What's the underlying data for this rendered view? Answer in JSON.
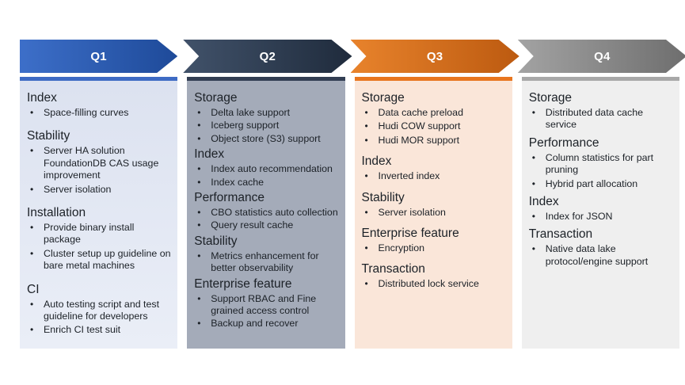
{
  "bullet": "•",
  "columns": [
    {
      "id": "q1",
      "label": "Q1",
      "arrow_from": "#3d6fc9",
      "arrow_to": "#1e4a99",
      "accent": "#3e6bc4",
      "panel_bg": [
        "#dce2f0",
        "#eaeef7"
      ],
      "sections": [
        {
          "heading": "Index",
          "items": [
            "Space-filling curves"
          ]
        },
        {
          "heading": "Stability",
          "items": [
            "Server HA solution FoundationDB CAS usage improvement",
            "Server isolation"
          ]
        },
        {
          "heading": "Installation",
          "items": [
            "Provide binary install package",
            "Cluster setup up guideline on bare metal machines"
          ]
        },
        {
          "heading": "CI",
          "items": [
            "Auto testing script and test guideline for developers",
            "Enrich CI test suit"
          ]
        }
      ]
    },
    {
      "id": "q2",
      "label": "Q2",
      "arrow_from": "#41526a",
      "arrow_to": "#1f2b3c",
      "accent": "#323e53",
      "panel_bg": [
        "#a4abb9",
        "#a4abb9"
      ],
      "sections": [
        {
          "heading": "Storage",
          "items": [
            "Delta lake support",
            "Iceberg support",
            "Object store (S3) support"
          ]
        },
        {
          "heading": "Index",
          "items": [
            "Index auto recommendation",
            "Index cache"
          ]
        },
        {
          "heading": "Performance",
          "items": [
            "CBO statistics auto collection",
            "Query result cache"
          ]
        },
        {
          "heading": "Stability",
          "items": [
            "Metrics enhancement for better observability"
          ]
        },
        {
          "heading": "Enterprise feature",
          "items": [
            "Support RBAC and Fine grained access control",
            "Backup and recover"
          ]
        }
      ]
    },
    {
      "id": "q3",
      "label": "Q3",
      "arrow_from": "#e8832c",
      "arrow_to": "#bc5a10",
      "accent": "#e8761f",
      "panel_bg": [
        "#fae6d9",
        "#fae6d9"
      ],
      "sections": [
        {
          "heading": "Storage",
          "items": [
            "Data cache preload",
            "Hudi COW support",
            "Hudi MOR support"
          ]
        },
        {
          "heading": "Index",
          "items": [
            "Inverted index"
          ]
        },
        {
          "heading": "Stability",
          "items": [
            "Server isolation"
          ]
        },
        {
          "heading": "Enterprise feature",
          "items": [
            "Encryption"
          ]
        },
        {
          "heading": "Transaction",
          "items": [
            "Distributed lock service"
          ]
        }
      ]
    },
    {
      "id": "q4",
      "label": "Q4",
      "arrow_from": "#a3a3a3",
      "arrow_to": "#6e6e6e",
      "accent": "#a8a8a8",
      "panel_bg": [
        "#efefef",
        "#efefef"
      ],
      "sections": [
        {
          "heading": "Storage",
          "items": [
            "Distributed data cache service"
          ]
        },
        {
          "heading": "Performance",
          "items": [
            "Column statistics for part pruning",
            "Hybrid part allocation"
          ]
        },
        {
          "heading": "Index",
          "items": [
            "Index for JSON"
          ]
        },
        {
          "heading": "Transaction",
          "items": [
            "Native data lake protocol/engine support"
          ]
        }
      ]
    }
  ]
}
